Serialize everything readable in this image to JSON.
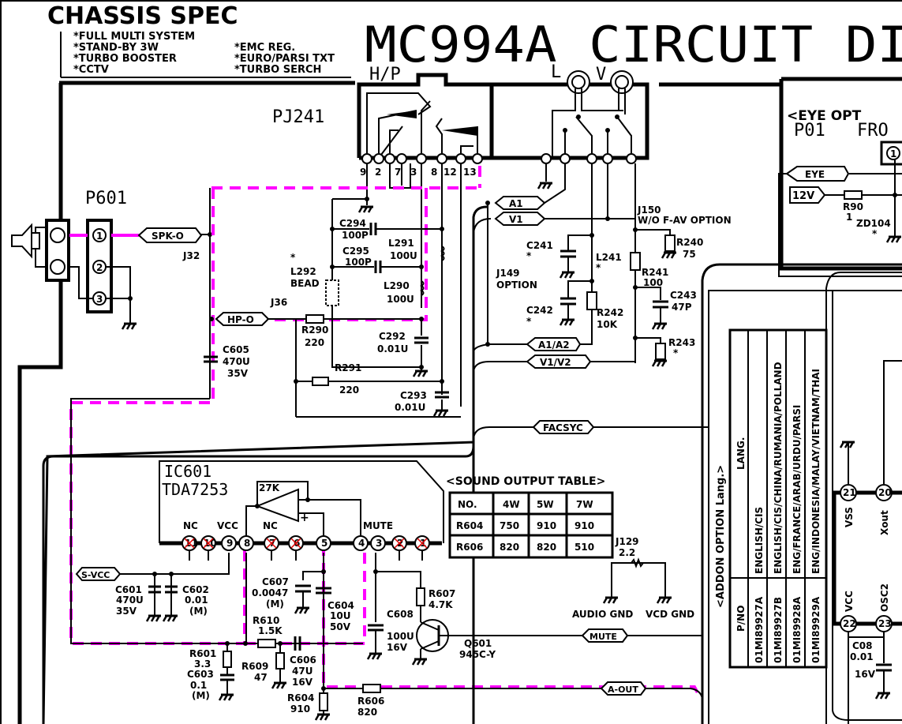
{
  "chassis_spec": {
    "title": "CHASSIS SPEC",
    "features_left": [
      "*FULL MULTI SYSTEM",
      "*STAND-BY 3W",
      "*TURBO BOOSTER",
      "*CCTV"
    ],
    "features_right": [
      "*EMC REG.",
      "*EURO/PARSI TXT",
      "*TURBO SERCH"
    ]
  },
  "diagram_title": "MC994A CIRCUIT DI",
  "colors": {
    "wire": "#000000",
    "highlight_trace": "#ff00ff",
    "nc_mark": "#e00000"
  },
  "jack_block": {
    "hp_label": "H/P",
    "ref": "PJ241",
    "pins": [
      "9",
      "2",
      "7",
      "3",
      "8",
      "12",
      "13"
    ],
    "av_labels": [
      "L",
      "V"
    ]
  },
  "eye_block": {
    "header": "<EYE OPT",
    "ref": "P01",
    "front_label": "FRO",
    "pin": "1",
    "tags": {
      "eye": "EYE",
      "v12": "12V"
    },
    "r90": {
      "ref": "R90",
      "value": "1"
    },
    "zd104": {
      "ref": "ZD104",
      "mark": "*"
    }
  },
  "p601": {
    "ref": "P601",
    "pins": [
      "1",
      "2",
      "3"
    ],
    "tag": "SPK-O",
    "jumper": "J32"
  },
  "filter_section": {
    "c294": {
      "ref": "C294",
      "value": "100P"
    },
    "c295": {
      "ref": "C295",
      "value": "100P"
    },
    "l291": {
      "ref": "L291",
      "value": "100U"
    },
    "l290": {
      "ref": "L290",
      "value": "100U"
    },
    "l292": {
      "ref": "L292",
      "value": "BEAD",
      "mark": "*"
    },
    "j36": "J36",
    "hp_tag": "HP-O",
    "r290": {
      "ref": "R290",
      "value": "220"
    },
    "r291": {
      "ref": "R291",
      "value": "220"
    },
    "c292": {
      "ref": "C292",
      "value": "0.01U"
    },
    "c293": {
      "ref": "C293",
      "value": "0.01U"
    },
    "c605": {
      "ref": "C605",
      "value": "470U",
      "voltage": "35V"
    }
  },
  "av_section": {
    "tags": [
      "A1",
      "V1",
      "A1/A2",
      "V1/V2",
      "FACSYC"
    ],
    "j150": {
      "ref": "J150",
      "note": "W/O F-AV OPTION"
    },
    "j149": {
      "ref": "J149",
      "note": "OPTION"
    },
    "c241": {
      "ref": "C241",
      "mark": "*"
    },
    "c242": {
      "ref": "C242",
      "mark": "*"
    },
    "l241": {
      "ref": "L241",
      "mark": "*"
    },
    "r240": {
      "ref": "R240",
      "value": "75"
    },
    "r241": {
      "ref": "R241",
      "value": "100"
    },
    "r242": {
      "ref": "R242",
      "value": "10K"
    },
    "c243": {
      "ref": "C243",
      "value": "47P"
    },
    "r243": {
      "ref": "R243",
      "mark": "*"
    }
  },
  "ic601": {
    "ref": "IC601",
    "part": "TDA7253",
    "feedback": "27K",
    "pin_labels": {
      "nc1": "NC",
      "vcc": "VCC",
      "nc2": "NC",
      "mute": "MUTE"
    },
    "pins": [
      "11",
      "10",
      "9",
      "8",
      "7",
      "6",
      "5",
      "4",
      "3",
      "2",
      "1"
    ],
    "nc_pins": [
      "11",
      "10",
      "7",
      "6",
      "2",
      "1"
    ]
  },
  "sound_output_table": {
    "title": "<SOUND OUTPUT TABLE>",
    "headers": [
      "NO.",
      "4W",
      "5W",
      "7W"
    ],
    "rows": [
      [
        "R604",
        "750",
        "910",
        "910"
      ],
      [
        "R606",
        "820",
        "820",
        "510"
      ]
    ]
  },
  "j129": {
    "ref": "J129",
    "value": "2.2",
    "gnd_labels": [
      "AUDIO GND",
      "VCD GND"
    ]
  },
  "amp_section": {
    "svcc_tag": "S-VCC",
    "c601": {
      "ref": "C601",
      "value": "470U",
      "voltage": "35V"
    },
    "c602": {
      "ref": "C602",
      "value": "0.01",
      "note": "(M)"
    },
    "c607": {
      "ref": "C607",
      "value": "0.0047",
      "note": "(M)"
    },
    "c604": {
      "ref": "C604",
      "value": "10U",
      "voltage": "50V"
    },
    "r610": {
      "ref": "R610",
      "value": "1.5K"
    },
    "r601": {
      "ref": "R601",
      "value": "3.3"
    },
    "c603": {
      "ref": "C603",
      "value": "0.1",
      "note": "(M)"
    },
    "r609": {
      "ref": "R609",
      "value": "47"
    },
    "c606": {
      "ref": "C606",
      "value": "47U",
      "voltage": "16V"
    },
    "r604": {
      "ref": "R604",
      "value": "910"
    },
    "r606": {
      "ref": "R606",
      "value": "820"
    },
    "c608": {
      "ref": "C608",
      "value": "100U",
      "voltage": "16V"
    },
    "r607": {
      "ref": "R607",
      "value": "4.7K"
    },
    "q601": {
      "ref": "Q601",
      "value": "945C-Y"
    },
    "mute_tag": "MUTE",
    "aout_tag": "A-OUT"
  },
  "addon_table": {
    "title": "<ADDON OPTION Lang.>",
    "headers": [
      "P/NO",
      "LANG."
    ],
    "rows": [
      [
        "01MI89927A",
        "ENGLISH/CIS"
      ],
      [
        "01MI89927B",
        "ENGLISH/CIS/CHINA/RUMANIA/POLLAND"
      ],
      [
        "01MI89928A",
        "ENG/FRANCE/ARAB/URDU/PARSI"
      ],
      [
        "01MI89929A",
        "ENG/INDONESIA/MALAY/VIETNAM/THAI"
      ]
    ]
  },
  "micro_pins": {
    "pins": [
      {
        "num": "21",
        "label": "VSS"
      },
      {
        "num": "20",
        "label": "Xout"
      },
      {
        "num": "22",
        "label": "VCC"
      },
      {
        "num": "23",
        "label": "OSC2"
      }
    ],
    "c08": {
      "ref": "C08",
      "value": "0.01",
      "voltage": "16V"
    }
  }
}
